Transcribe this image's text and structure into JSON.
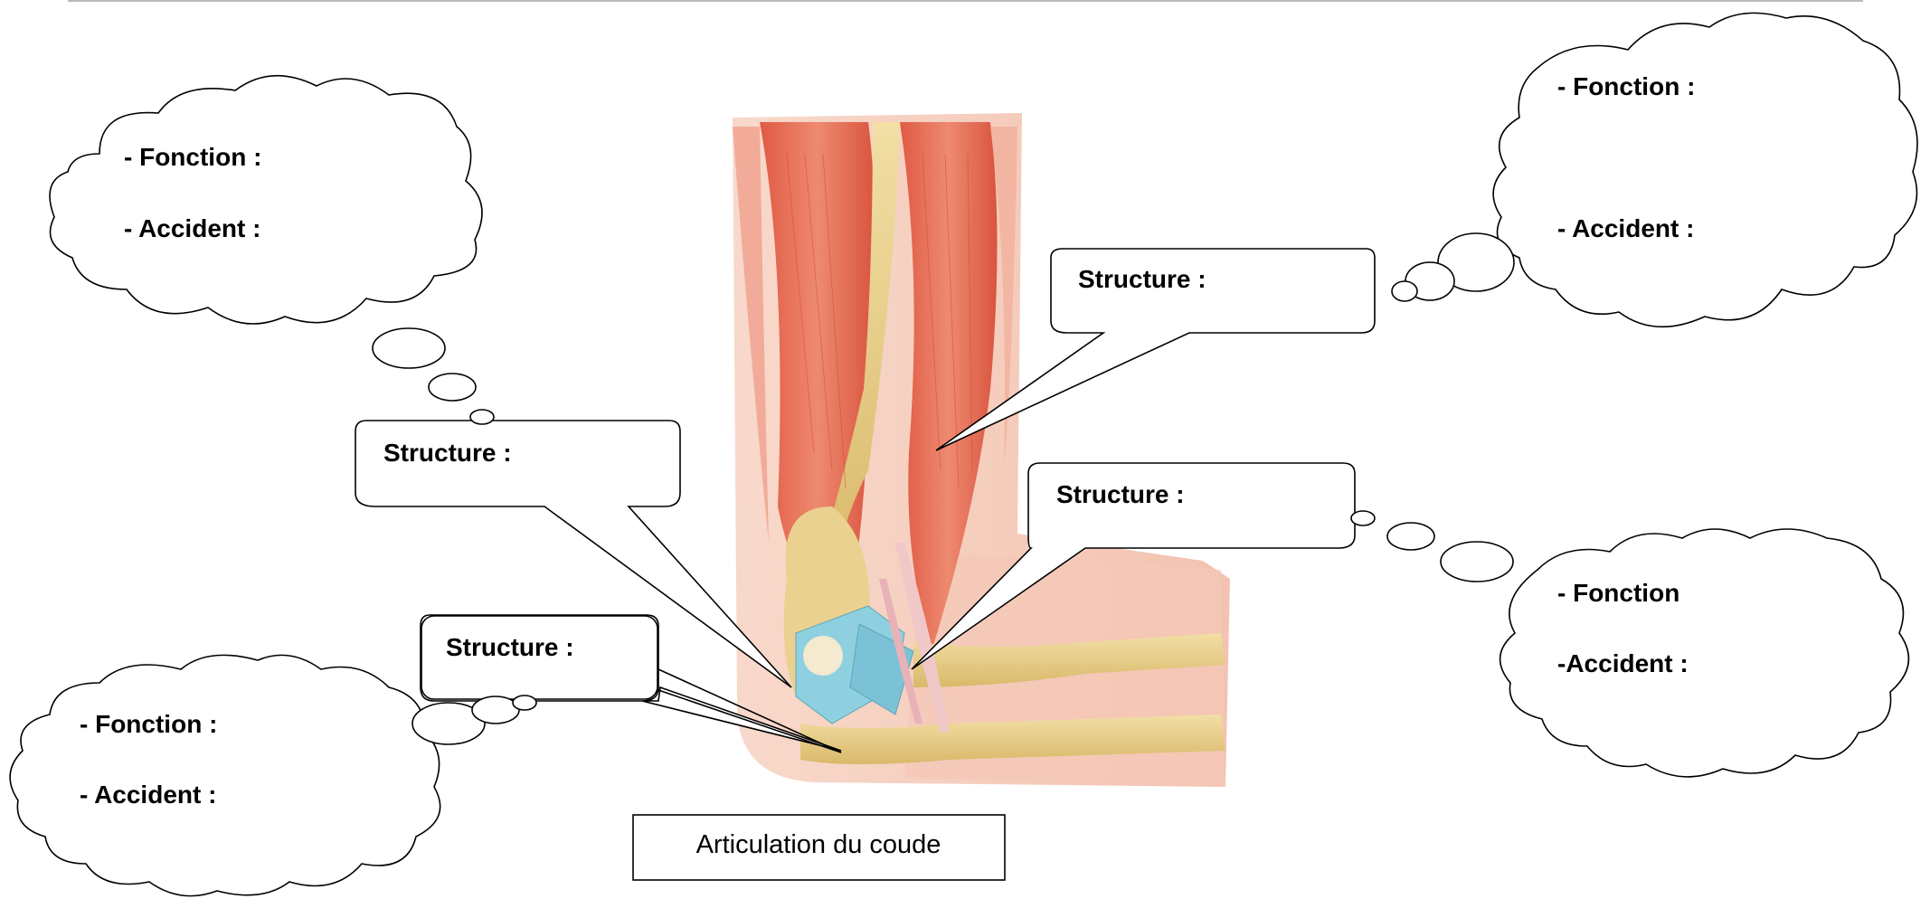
{
  "caption": "Articulation du coude",
  "structure_label": "Structure :",
  "clouds": {
    "top_left": {
      "line1": "- Fonction :",
      "line2": "- Accident :"
    },
    "top_right": {
      "line1": "- Fonction :",
      "line2": "- Accident :"
    },
    "bottom_left": {
      "line1": "- Fonction :",
      "line2": "- Accident :"
    },
    "bottom_right": {
      "line1": "- Fonction",
      "line2": "-Accident :"
    }
  },
  "colors": {
    "muscle": "#e4735a",
    "muscle_light": "#f2b9a5",
    "skin": "#f6d3c2",
    "bone": "#e8cf8c",
    "ligament": "#8fd0e0",
    "tendon": "#f0c8c8"
  }
}
